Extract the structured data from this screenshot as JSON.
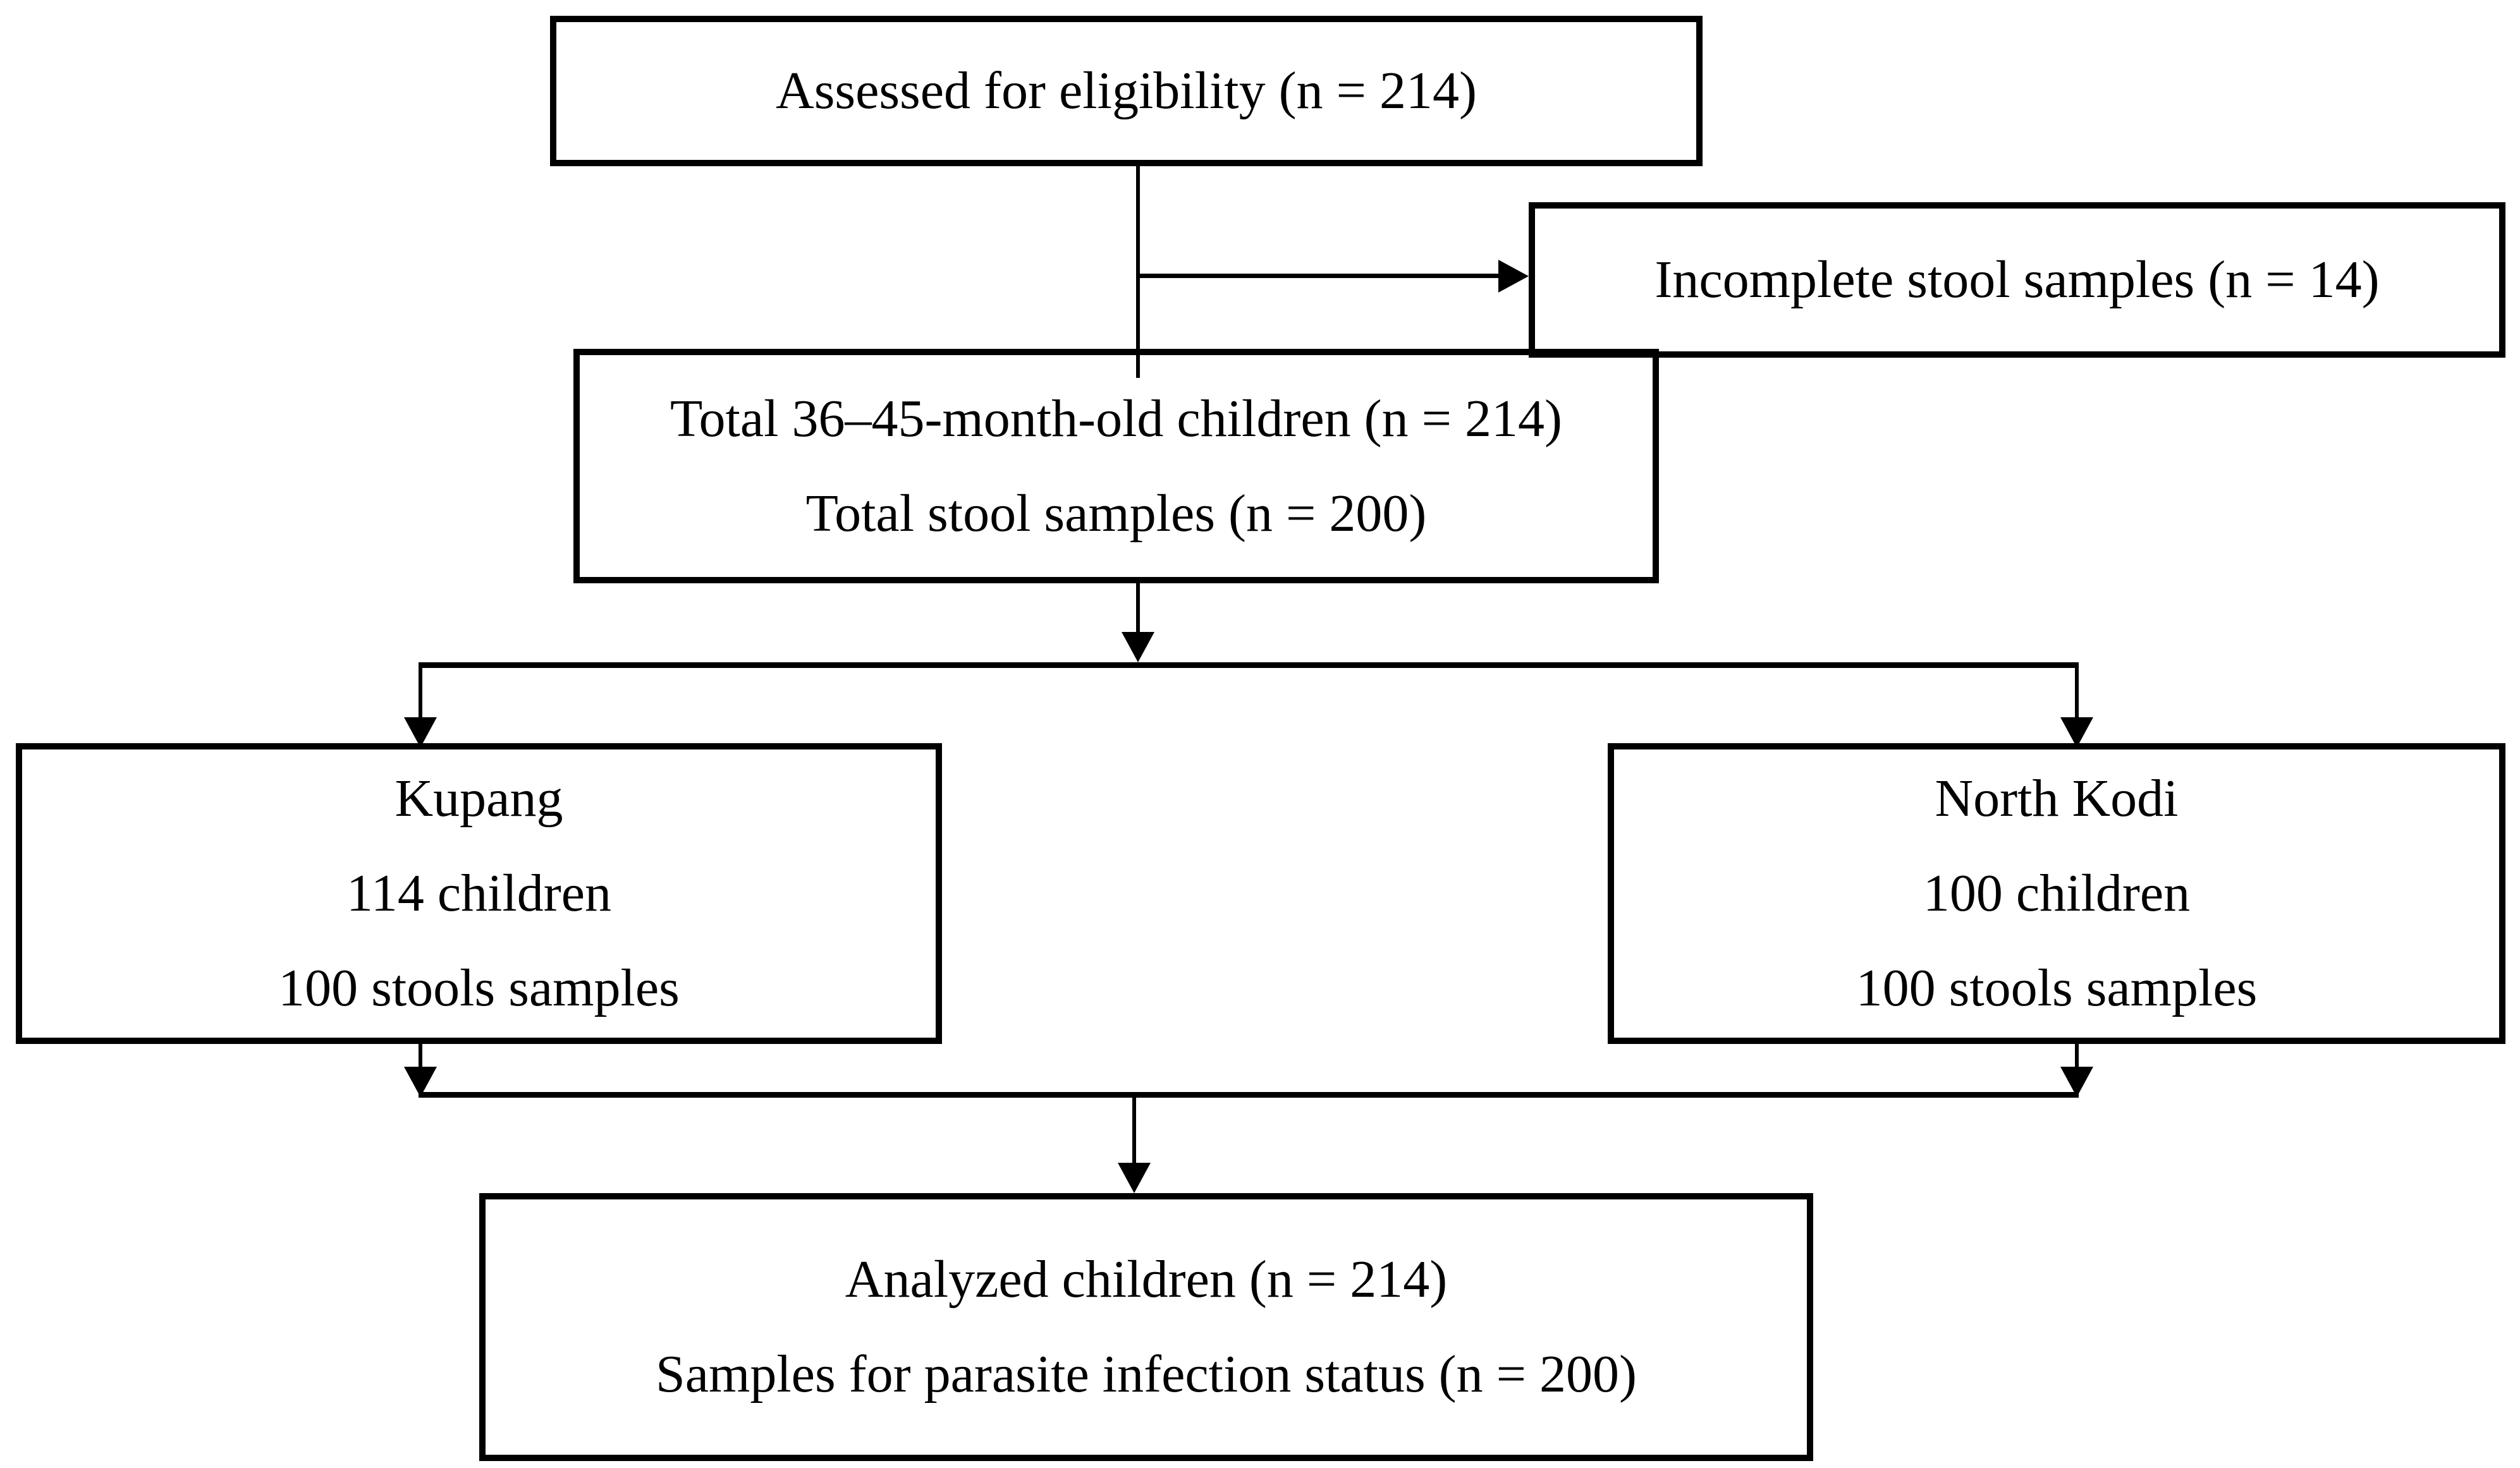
{
  "figure": {
    "background_color": "#ffffff",
    "line_color": "#000000",
    "text_color": "#000000",
    "boxes": {
      "assessed": {
        "lines": [
          "Assessed for eligibility (n = 214)"
        ]
      },
      "incomplete": {
        "lines": [
          "Incomplete stool samples (n = 14)"
        ]
      },
      "total": {
        "lines": [
          "Total 36–45-month-old children (n = 214)",
          "Total stool samples (n = 200)"
        ]
      },
      "kupang": {
        "lines": [
          "Kupang",
          "114 children",
          "100 stools samples"
        ]
      },
      "north_kodi": {
        "lines": [
          "North Kodi",
          "100 children",
          "100 stools samples"
        ]
      },
      "analyzed": {
        "lines": [
          "Analyzed children (n = 214)",
          "Samples for parasite infection status (n = 200)"
        ]
      }
    }
  }
}
